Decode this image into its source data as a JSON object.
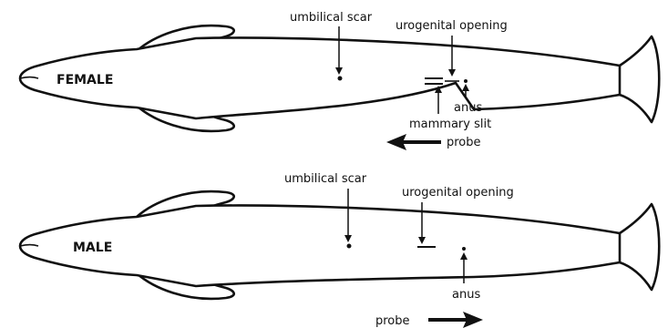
{
  "female": {
    "sex_label": "FEMALE",
    "umbilical_scar": "umbilical scar",
    "urogenital_opening": "urogenital opening",
    "anus": "anus",
    "mammary_slit": "mammary slit",
    "probe": "probe",
    "probe_direction": "left"
  },
  "male": {
    "sex_label": "MALE",
    "umbilical_scar": "umbilical scar",
    "urogenital_opening": "urogenital opening",
    "anus": "anus",
    "probe": "probe",
    "probe_direction": "right"
  }
}
